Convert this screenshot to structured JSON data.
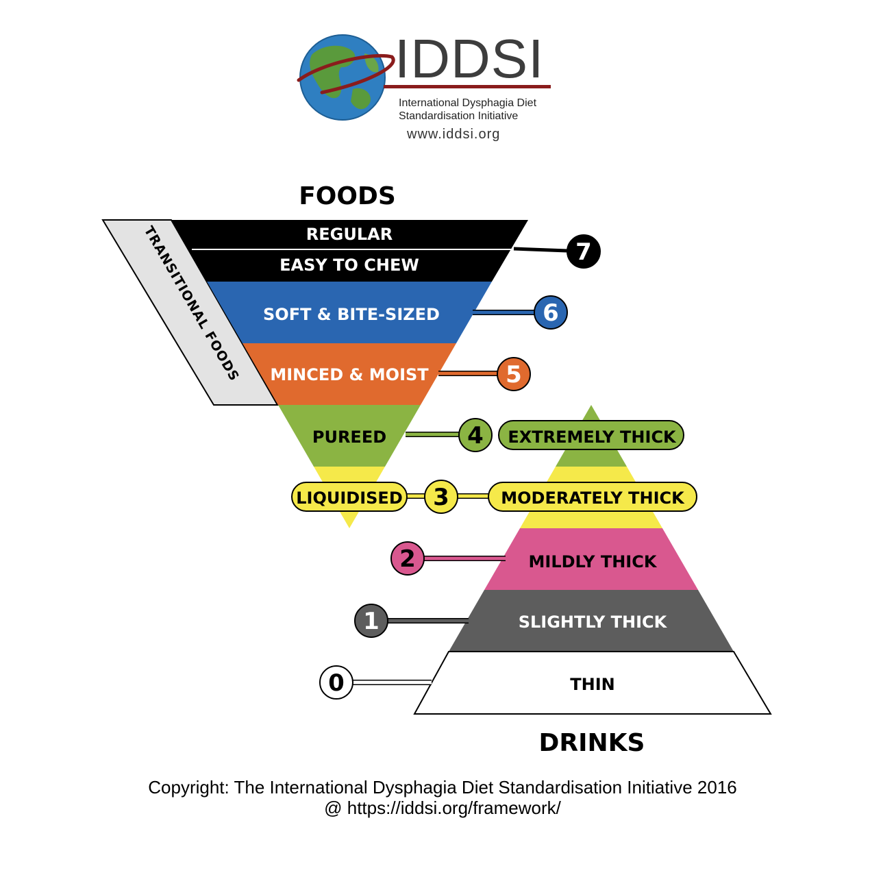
{
  "logo": {
    "name": "IDDSI",
    "line1": "International Dysphagia Diet",
    "line2": "Standardisation Initiative",
    "url": "www.iddsi.org"
  },
  "foods_title": "FOODS",
  "drinks_title": "DRINKS",
  "transitional_label": "TRANSITIONAL FOODS",
  "levels": {
    "l7a": {
      "label": "REGULAR"
    },
    "l7b": {
      "label": "EASY TO CHEW"
    },
    "l6": {
      "label": "SOFT & BITE-SIZED"
    },
    "l5": {
      "label": "MINCED & MOIST"
    },
    "l4f": {
      "label": "PUREED"
    },
    "l4d": {
      "label": "EXTREMELY THICK"
    },
    "l3f": {
      "label": "LIQUIDISED"
    },
    "l3d": {
      "label": "MODERATELY THICK"
    },
    "l2": {
      "label": "MILDLY THICK"
    },
    "l1": {
      "label": "SLIGHTLY THICK"
    },
    "l0": {
      "label": "THIN"
    }
  },
  "numbers": {
    "n7": "7",
    "n6": "6",
    "n5": "5",
    "n4": "4",
    "n3": "3",
    "n2": "2",
    "n1": "1",
    "n0": "0"
  },
  "colors": {
    "black": "#000000",
    "blue": "#2a66b1",
    "orange": "#e06a2e",
    "green": "#8bb443",
    "yellow": "#f5e94a",
    "pink": "#d9588f",
    "gray": "#5d5d5d",
    "white": "#ffffff",
    "transitional": "#e3e3e3"
  },
  "copyright": {
    "line1": "Copyright: The International Dysphagia Diet Standardisation Initiative 2016",
    "line2": "@ https://iddsi.org/framework/"
  }
}
